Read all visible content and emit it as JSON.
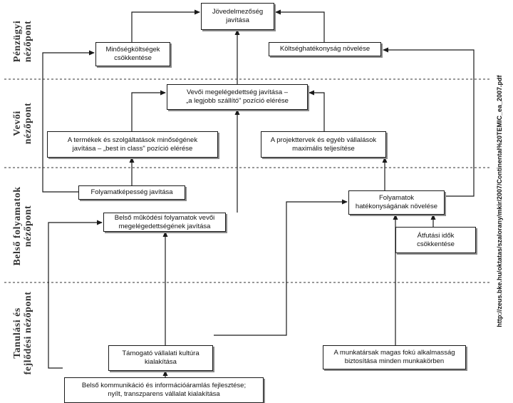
{
  "perspectives": {
    "financial": "Pénzügyi\nnézőpont",
    "customer": "Vevői\nnézőpont",
    "internal": "Belső folyamatok\nnézőpont",
    "learning": "Tanulási és\nfejlődési nézőpont"
  },
  "boxes": {
    "profit": "Jövedelmezőség\njavítása",
    "quality_cost": "Minőségköltségek\ncsökkentése",
    "cost_eff": "Költséghatékonyság növelése",
    "customer_sat": "Vevői megelégedettség javítása –\n„a legjobb szállító\" pozíció elérése",
    "products": "A termékek és szolgáltatások minőségének\njavítása – „best in class\" pozíció elérése",
    "projects": "A projekttervek és egyéb vállalások\nmaximális teljesítése",
    "capability": "Folyamatképesség javítása",
    "process_eff": "Folyamatok\nhatékonyságának növelése",
    "internal_ops": "Belső működési folyamatok vevői\nmegelégedettségének javítása",
    "lead_time": "Átfutási idők\ncsökkentése",
    "culture": "Támogató vállalati kultúra\nkialakítása",
    "workforce": "A munkatársak magas fokú alkalmasság\nbiztosítása minden munkakörben",
    "communication": "Belső kommunikáció és információáramlás fejlesztése;\nnyílt, transzparens vállalat kialakítása"
  },
  "source_url": "http://zeus.bke.hu/oktatas/szalorany/mkir/2007/Continental%20TEMIC_ea_2007.pdf"
}
